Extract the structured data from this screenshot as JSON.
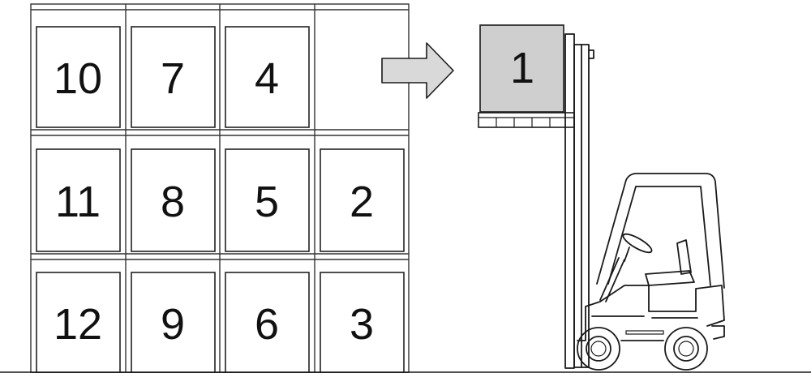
{
  "diagram": {
    "rack_labels": {
      "r1c1": "10",
      "r1c2": "7",
      "r1c3": "4",
      "r2c1": "11",
      "r2c2": "8",
      "r2c3": "5",
      "r2c4": "2",
      "r3c1": "12",
      "r3c2": "9",
      "r3c3": "6",
      "r3c4": "3"
    },
    "lifted_pallet_label": "1",
    "colors": {
      "outline": "#1a1a1a",
      "box_fill": "#ffffff",
      "lifted_box_fill": "#cfcfcf",
      "arrow_fill": "#d9d9d9"
    }
  }
}
